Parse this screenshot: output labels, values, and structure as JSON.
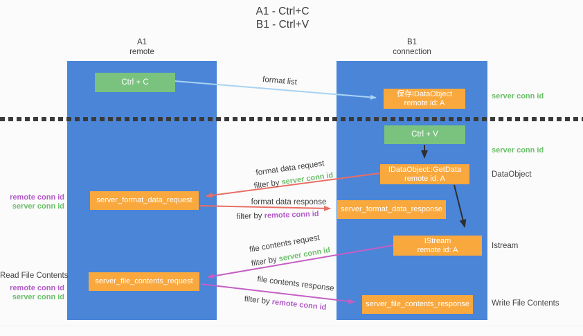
{
  "title": {
    "line1": "A1 - Ctrl+C",
    "line2": "B1 - Ctrl+V"
  },
  "lanes": {
    "left": {
      "name": "A1",
      "role": "remote"
    },
    "right": {
      "name": "B1",
      "role": "connection"
    }
  },
  "nodes": {
    "ctrl_c": {
      "label": "Ctrl + C"
    },
    "save_idataobject": {
      "line1": "保存IDataObject",
      "line2": "remote id: A"
    },
    "ctrl_v": {
      "label": "Ctrl + V"
    },
    "getdata": {
      "line1": "IDataObject::GetData",
      "line2": "remote id: A"
    },
    "format_request": {
      "label": "server_format_data_request"
    },
    "format_response": {
      "label": "server_format_data_response"
    },
    "istream": {
      "line1": "IStream",
      "line2": "remote id: A"
    },
    "file_request": {
      "label": "server_file_contents_request"
    },
    "file_response": {
      "label": "server_file_contents_response"
    }
  },
  "arrow_labels": {
    "format_list": "format list",
    "format_data_request": "format data request",
    "format_data_response": "format data response",
    "file_contents_request": "file contents request",
    "file_contents_response": "file contents response",
    "filter_by": "filter by ",
    "server_conn_id": "server conn id",
    "remote_conn_id": "remote conn id"
  },
  "side_labels": {
    "server_conn_id": "server conn id",
    "remote_conn_id": "remote conn id",
    "dataobject": "DataObject",
    "istream": "Istream",
    "read_file_contents": "Read File Contents",
    "write_file_contents": "Write File Contents"
  },
  "colors": {
    "lane_blue": "#4a85d8",
    "node_green": "#79c37e",
    "node_orange": "#f9a83e",
    "arrow_salmon": "#e96e64",
    "arrow_magenta": "#c45fc4",
    "arrow_lightblue": "#a9d3f2",
    "arrow_black": "#2e2e2e",
    "text_green": "#6cbf6b",
    "text_purple": "#b35bc9",
    "dotted_line": "#3a3a3a"
  }
}
